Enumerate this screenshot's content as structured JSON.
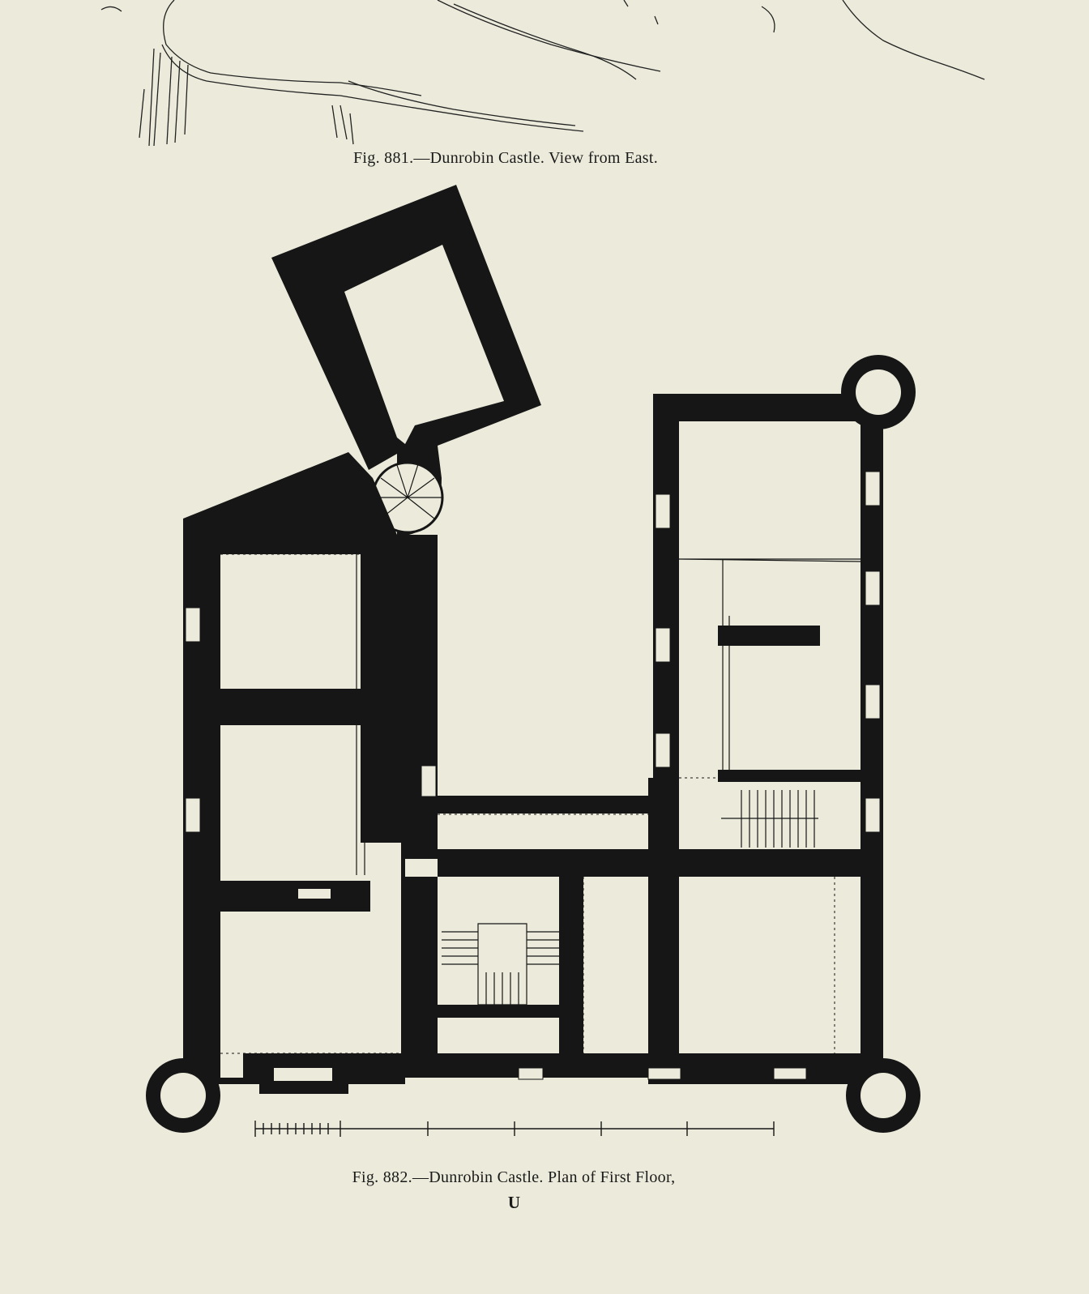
{
  "captions": {
    "fig881": "Fig. 881.—Dunrobin Castle.  View from East.",
    "fig882": "Fig. 882.—Dunrobin Castle.  Plan of First Floor,",
    "signature": "U"
  },
  "colors": {
    "paper": "#ecebdb",
    "ink": "#161616"
  }
}
